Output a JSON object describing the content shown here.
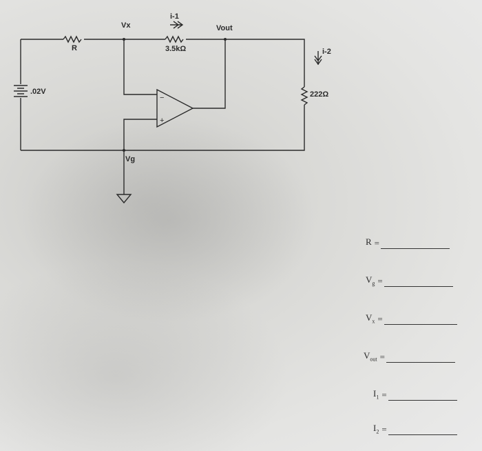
{
  "circuit": {
    "labels": {
      "i1": "i-1",
      "vx": "Vx",
      "vout": "Vout",
      "r": "R",
      "r_fb": "3.5kΩ",
      "i2": "i-2",
      "source": ".02V",
      "r_load": "222Ω",
      "vg": "Vg",
      "opamp_minus": "−",
      "opamp_plus": "+"
    }
  },
  "answers": [
    {
      "var": "R",
      "sub": "",
      "eq": "="
    },
    {
      "var": "V",
      "sub": "g",
      "eq": "="
    },
    {
      "var": "V",
      "sub": "x",
      "eq": "="
    },
    {
      "var": "V",
      "sub": "out",
      "eq": "="
    },
    {
      "var": "I",
      "sub": "1",
      "eq": "="
    },
    {
      "var": "I",
      "sub": "2",
      "eq": "="
    }
  ]
}
